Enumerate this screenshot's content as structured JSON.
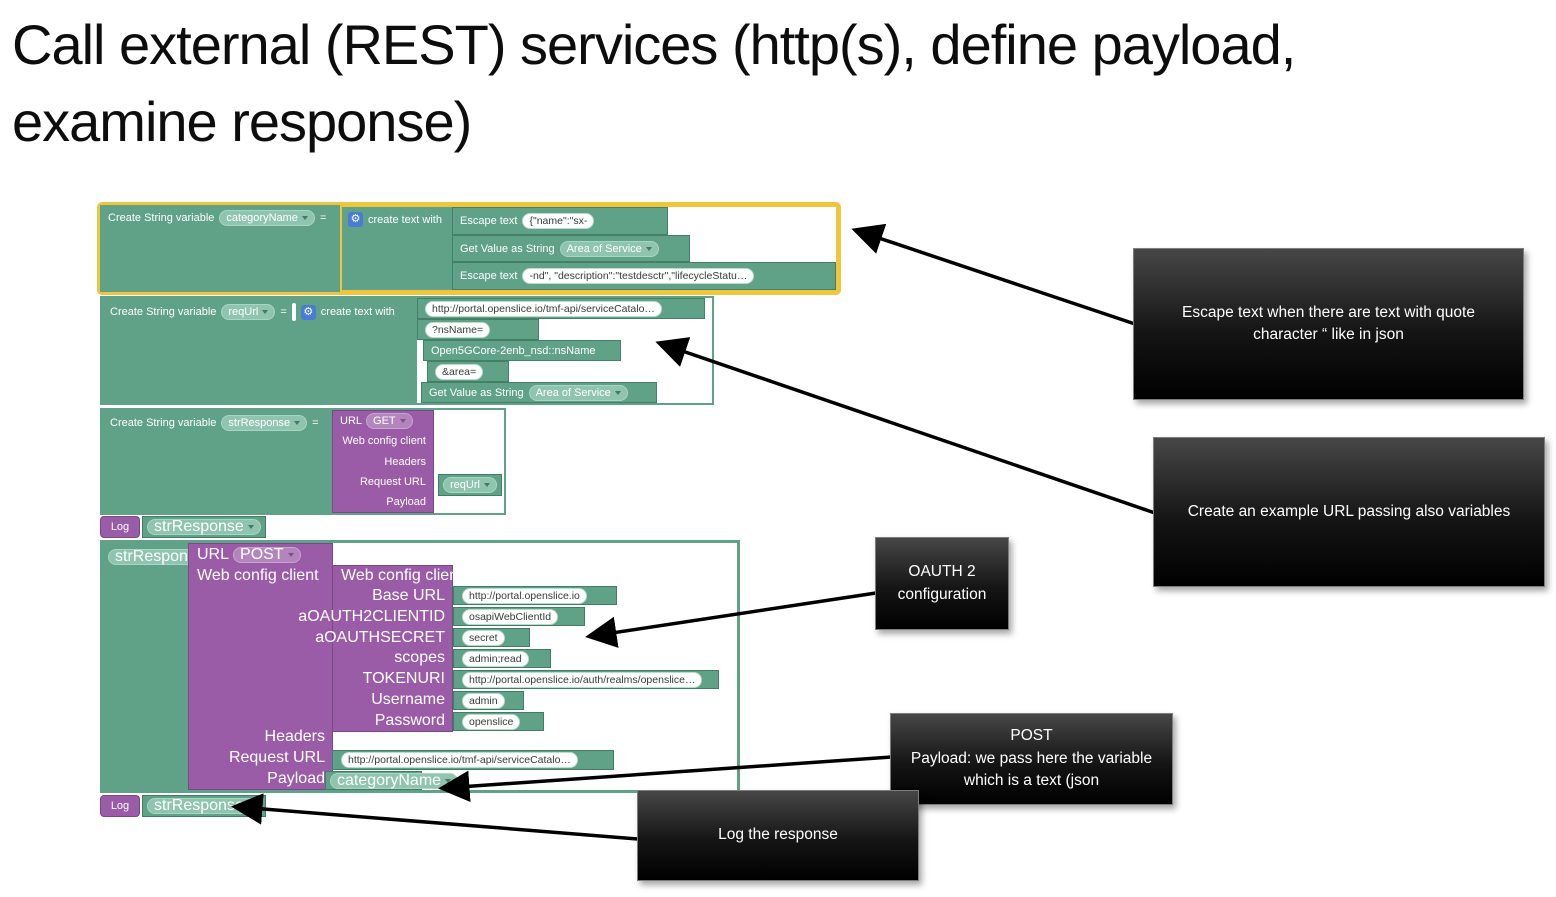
{
  "title": "Call external (REST) services (http(s), define payload, examine response)",
  "icons": {
    "gear": "⚙"
  },
  "palette": {
    "block_green": "#5fa287",
    "block_purple": "#9a5ca6",
    "selection_yellow": "#eec63e",
    "pill_green": "#8fc4ae",
    "pill_purple": "#b286bc",
    "gear_blue": "#4a7cd6"
  },
  "block_categoryName": {
    "kind": "Create String variable",
    "variable": "categoryName",
    "equals": "=",
    "mutator": "create text with",
    "row1_label": "Escape text",
    "row1_value": "{\"name\":\"sx-",
    "row2_label": "Get Value as String",
    "row2_dropdown": "Area of Service",
    "row3_label": "Escape text",
    "row3_value": "-nd\", \"description\":\"testdesctr\",\"lifecycleStatu…"
  },
  "block_reqUrl": {
    "kind": "Create String variable",
    "variable": "reqUrl",
    "equals": "=",
    "mutator": "create text with",
    "row1_value": "http://portal.openslice.io/tmf-api/serviceCatalo…",
    "row2_value": "?nsName=",
    "row3_text": "Open5GCore-2enb_nsd::nsName",
    "row4_value": "&area=",
    "row5_label": "Get Value as String",
    "row5_dropdown": "Area of Service"
  },
  "block_get": {
    "kind": "Create String variable",
    "variable": "strResponse",
    "equals": "=",
    "url_label": "URL",
    "method": "GET",
    "param_config": "Web config client",
    "param_headers": "Headers",
    "param_request_url": "Request URL",
    "param_payload": "Payload",
    "request_url_value": "reqUrl"
  },
  "log_top": {
    "label": "Log",
    "value": "strResponse"
  },
  "block_post": {
    "variable": "strResponse",
    "equals": "=",
    "url_label": "URL",
    "method": "POST",
    "param_config": "Web config client",
    "param_headers": "Headers",
    "param_request_url": "Request URL",
    "param_payload": "Payload",
    "config_title": "Web config client",
    "cfg1_label": "Base URL",
    "cfg1_value": "http://portal.openslice.io",
    "cfg2_label": "aOAUTH2CLIENTID",
    "cfg2_value": "osapiWebClientId",
    "cfg3_label": "aOAUTHSECRET",
    "cfg3_value": "secret",
    "cfg4_label": "scopes",
    "cfg4_value": "admin;read",
    "cfg5_label": "TOKENURI",
    "cfg5_value": "http://portal.openslice.io/auth/realms/openslice…",
    "cfg6_label": "Username",
    "cfg6_value": "admin",
    "cfg7_label": "Password",
    "cfg7_value": "openslice",
    "request_url_value": "http://portal.openslice.io/tmf-api/serviceCatalo…",
    "payload_value": "categoryName"
  },
  "log_bottom": {
    "label": "Log",
    "value": "strResponse"
  },
  "callouts": {
    "escape_text": "Escape text when there are text with quote character “ like in json",
    "example_url": "Create an example URL passing also variables",
    "oauth": "OAUTH 2 configuration",
    "post_title": "POST",
    "post_body": "Payload: we pass here the variable which is a text (json",
    "log": "Log the response"
  }
}
